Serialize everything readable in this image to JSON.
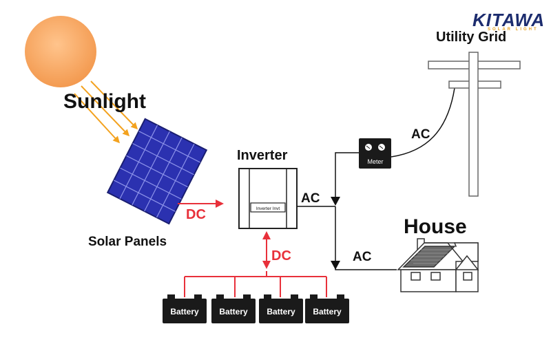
{
  "brand": {
    "name": "KITAWA",
    "tagline": "SOLAR LIGHT",
    "color": "#1c2c6e",
    "accent": "#e5a020"
  },
  "labels": {
    "sunlight": "Sunlight",
    "solar_panels": "Solar Panels",
    "inverter": "Inverter",
    "inverter_unit": "Inverter Invt",
    "utility_grid": "Utility Grid",
    "meter": "Meter",
    "house": "House",
    "dc_panel": "DC",
    "dc_battery": "DC",
    "ac_inverter": "AC",
    "ac_grid": "AC",
    "ac_house": "AC"
  },
  "batteries": [
    {
      "label": "Battery"
    },
    {
      "label": "Battery"
    },
    {
      "label": "Battery"
    },
    {
      "label": "Battery"
    }
  ],
  "colors": {
    "sun": "#f5a15e",
    "sun_rays": "#f3a21f",
    "panel": "#2b31b0",
    "dc_line": "#e8303a",
    "battery_body": "#1a1a1a"
  }
}
